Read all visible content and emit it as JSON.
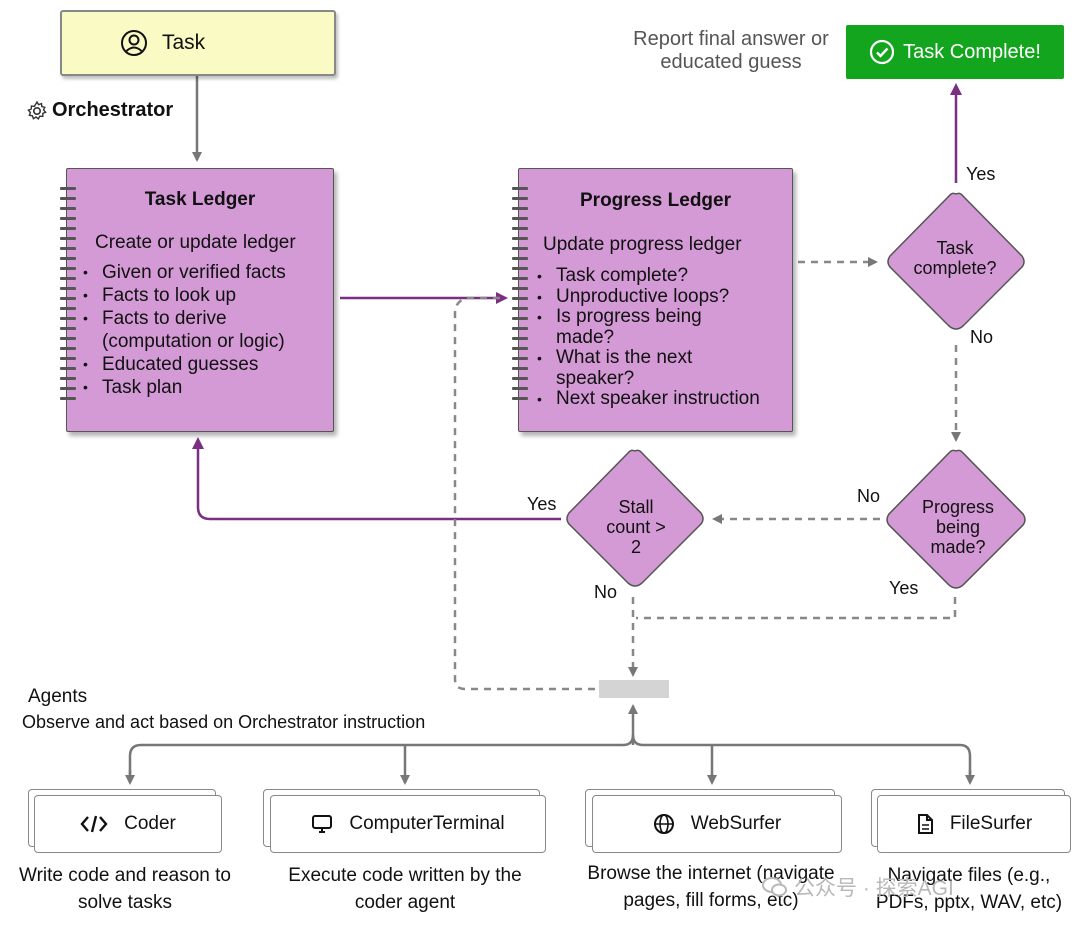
{
  "task": {
    "label": "Task",
    "icon": "user-circle-icon"
  },
  "orchestrator": {
    "label": "Orchestrator",
    "icon": "gear-icon"
  },
  "task_ledger": {
    "title": "Task Ledger",
    "subtitle": "Create or update ledger",
    "items": [
      "Given or verified facts",
      "Facts to look up",
      "Facts to derive (computation or logic)",
      "Educated guesses",
      "Task plan"
    ]
  },
  "progress_ledger": {
    "title": "Progress Ledger",
    "subtitle": "Update progress ledger",
    "items": [
      "Task complete?",
      "Unproductive loops?",
      "Is progress being made?",
      "What is the next speaker?",
      "Next speaker instruction"
    ]
  },
  "decisions": {
    "task_complete": "Task complete?",
    "progress_made": "Progress being made?",
    "stall_count": "Stall count > 2"
  },
  "edge_labels": {
    "yes_top": "Yes",
    "no_right": "No",
    "no_progress": "No",
    "yes_progress": "Yes",
    "yes_stall": "Yes",
    "no_stall": "No"
  },
  "completion": {
    "note": "Report final answer or educated guess",
    "button": "Task Complete!",
    "icon": "check-circle-icon",
    "color": "#13a51d"
  },
  "agents": {
    "title": "Agents",
    "subtitle": "Observe and act based on Orchestrator instruction",
    "list": [
      {
        "name": "Coder",
        "icon": "code-icon",
        "desc": "Write code and reason to solve tasks"
      },
      {
        "name": "ComputerTerminal",
        "icon": "monitor-icon",
        "desc": "Execute code written by the coder agent"
      },
      {
        "name": "WebSurfer",
        "icon": "globe-icon",
        "desc": "Browse the internet (navigate pages, fill forms, etc)"
      },
      {
        "name": "FileSurfer",
        "icon": "file-icon",
        "desc": "Navigate files (e.g., PDFs, pptx, WAV, etc)"
      }
    ]
  },
  "watermark": "公众号 · 探索AGI",
  "colors": {
    "accent": "#7b2f82",
    "ledger": "#d49ad6",
    "diamond": "#d49ad6",
    "task_box": "#fafac4",
    "frame_bg": "#f7f7f7",
    "inner_panel": "#e4e4e4"
  }
}
